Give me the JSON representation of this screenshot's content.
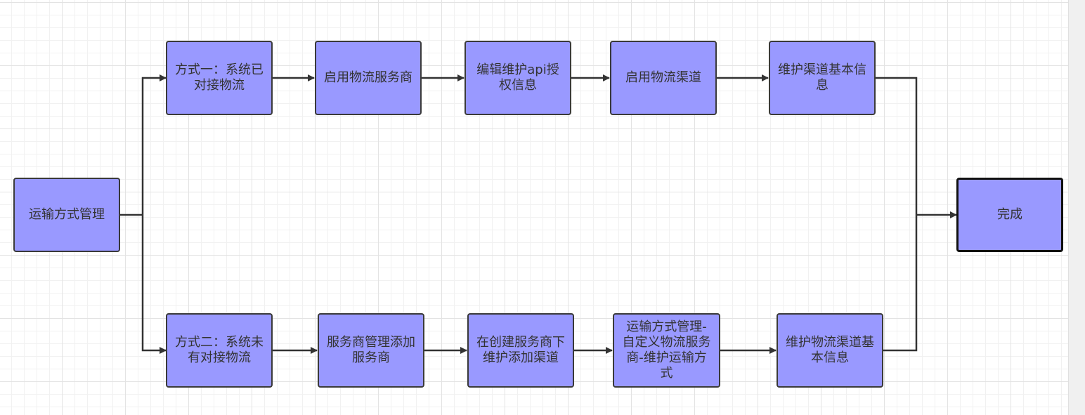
{
  "diagram": {
    "colors": {
      "node_fill": "#9999ff",
      "node_border": "#3a3a3a",
      "edge": "#333333",
      "text": "#333333"
    },
    "nodes": {
      "start": "运输方式管理",
      "r1_1": "方式一：系统已对接物流",
      "r1_2": "启用物流服务商",
      "r1_3": "编辑维护api授权信息",
      "r1_4": "启用物流渠道",
      "r1_5": "维护渠道基本信息",
      "r2_1": "方式二：系统未有对接物流",
      "r2_2": "服务商管理添加服务商",
      "r2_3": "在创建服务商下维护添加渠道",
      "r2_4": "运输方式管理-自定义物流服务商-维护运输方式",
      "r2_5": "维护物流渠道基本信息",
      "end": "完成"
    },
    "edges": [
      [
        "start",
        "r1_1"
      ],
      [
        "r1_1",
        "r1_2"
      ],
      [
        "r1_2",
        "r1_3"
      ],
      [
        "r1_3",
        "r1_4"
      ],
      [
        "r1_4",
        "r1_5"
      ],
      [
        "r1_5",
        "end"
      ],
      [
        "start",
        "r2_1"
      ],
      [
        "r2_1",
        "r2_2"
      ],
      [
        "r2_2",
        "r2_3"
      ],
      [
        "r2_3",
        "r2_4"
      ],
      [
        "r2_4",
        "r2_5"
      ],
      [
        "r2_5",
        "end"
      ]
    ]
  }
}
